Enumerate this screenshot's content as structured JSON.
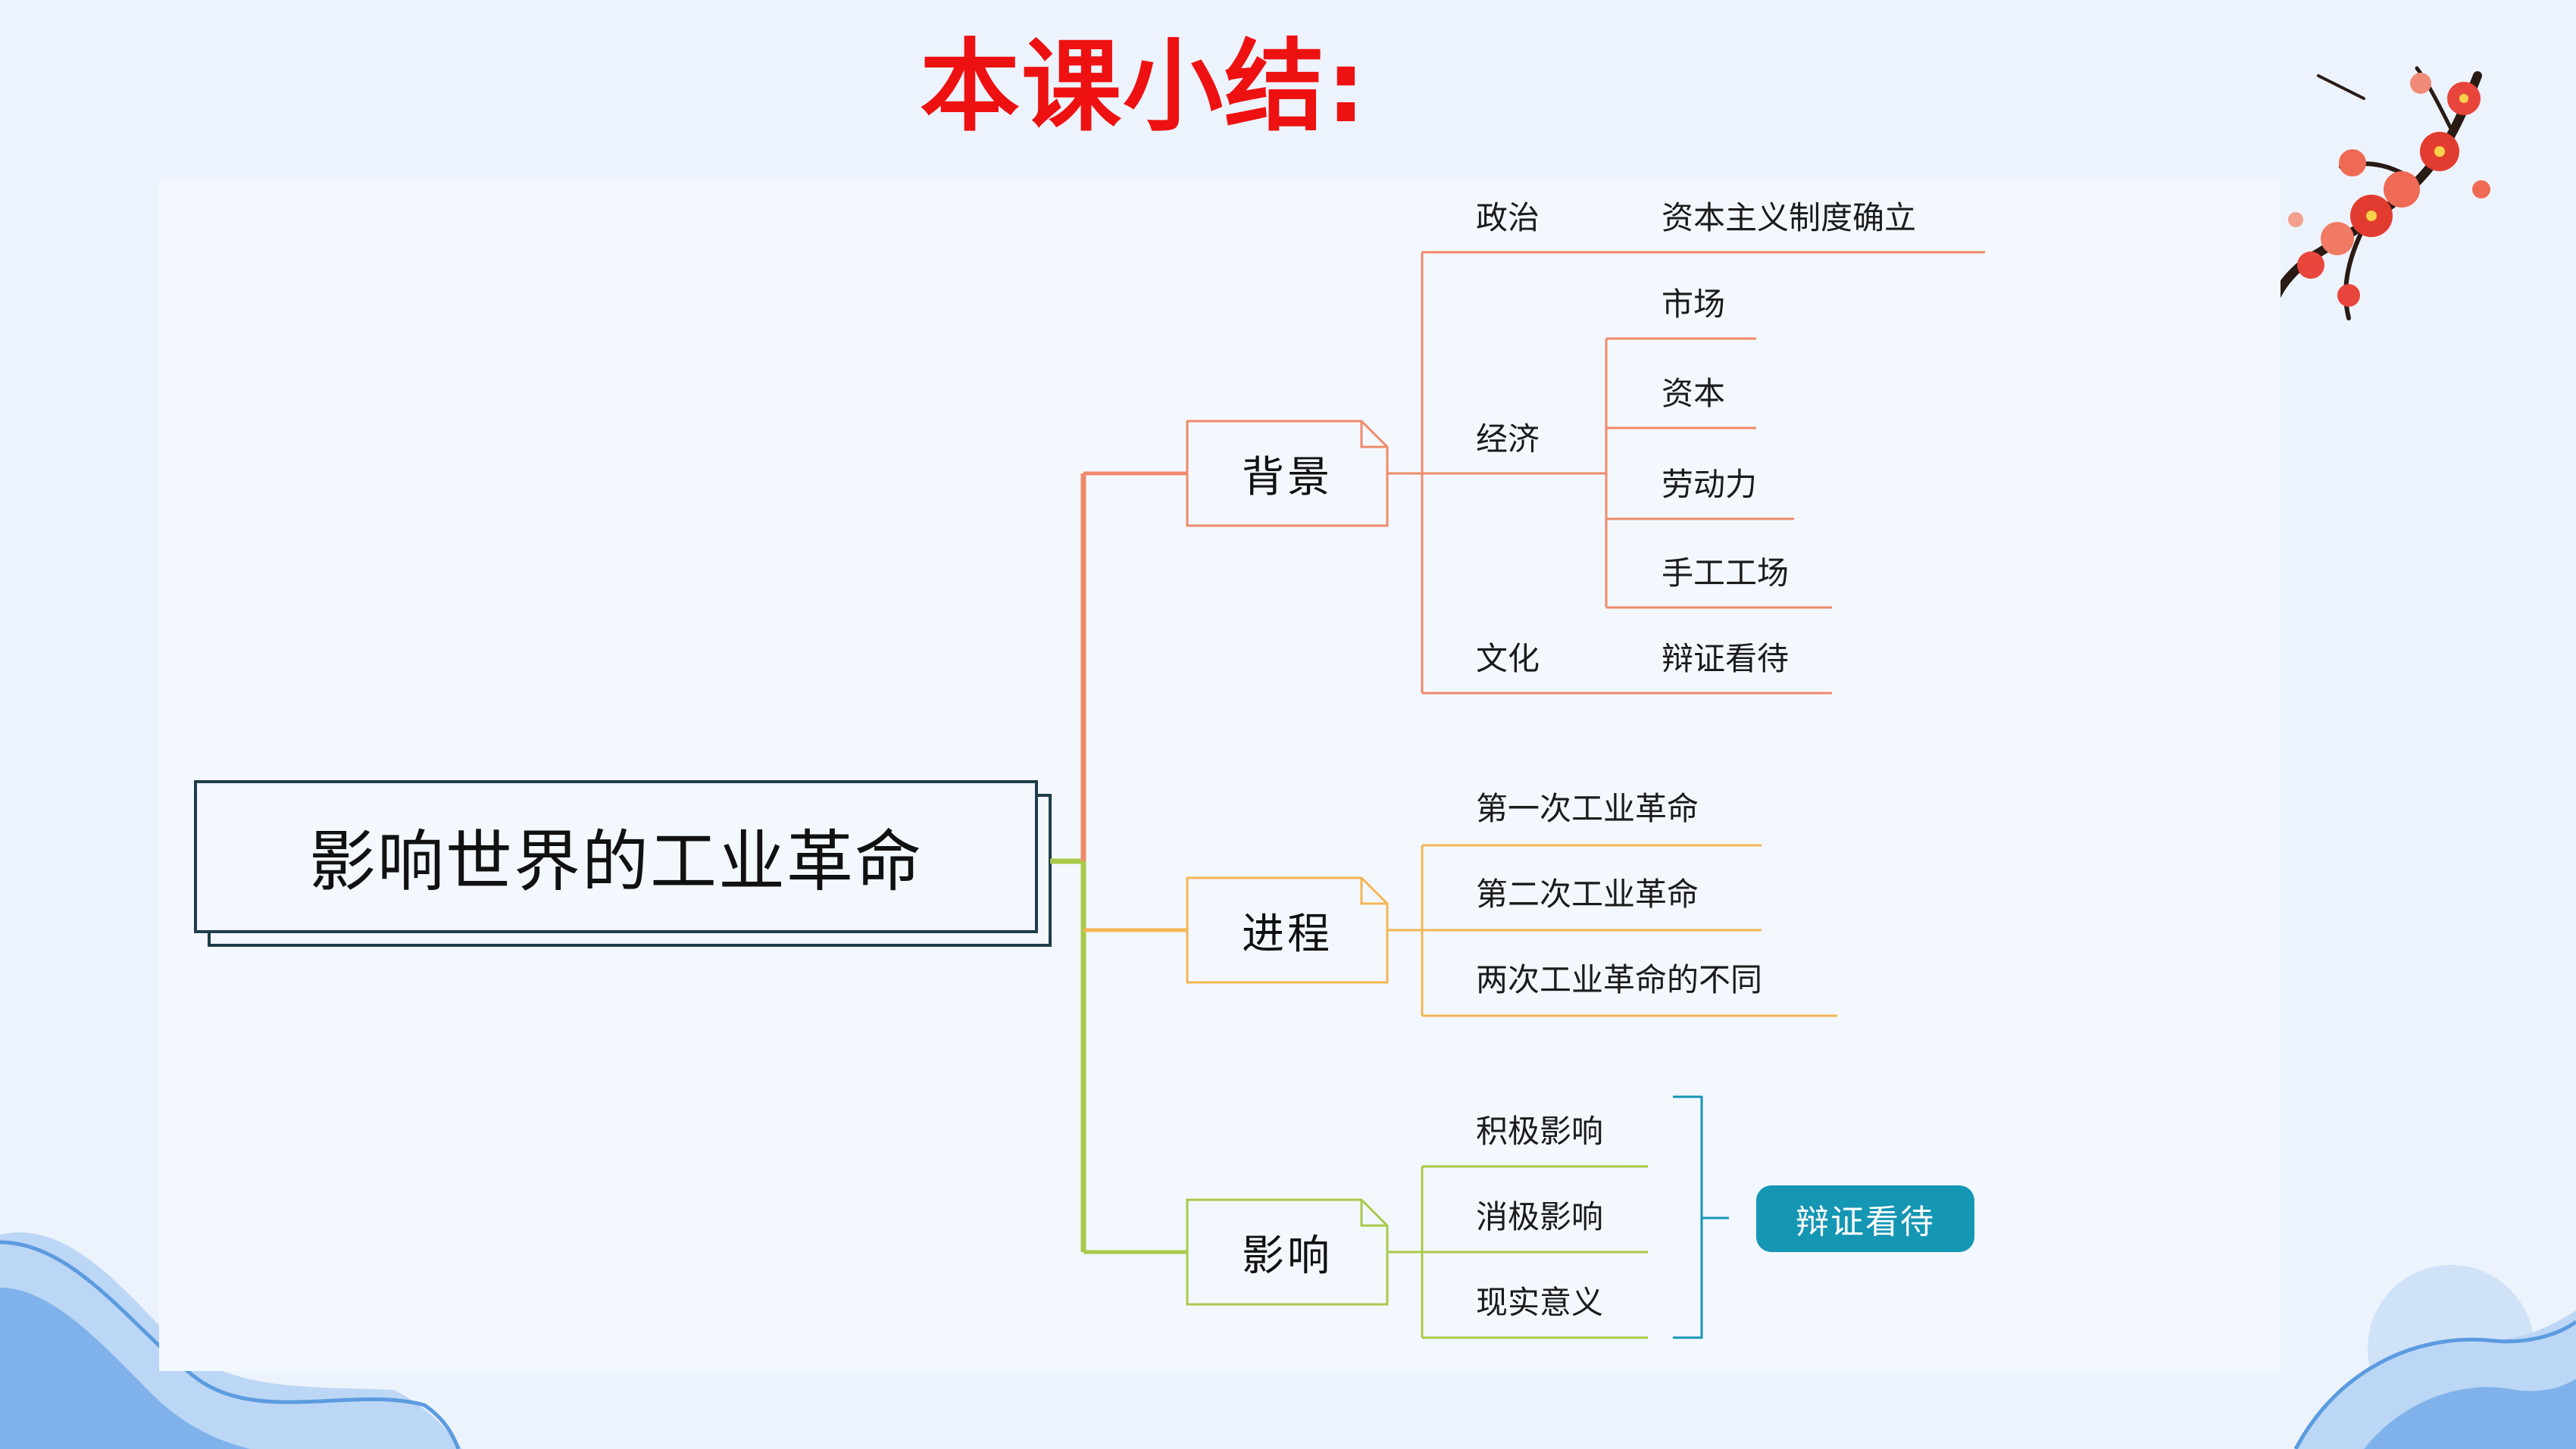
{
  "title": "本课小结:",
  "root": "影响世界的工业革命",
  "branches": [
    {
      "label": "背景",
      "color": "#ef8a69",
      "subs": [
        {
          "label": "政治",
          "leaves": [
            "资本主义制度确立"
          ]
        },
        {
          "label": "经济",
          "leaves": [
            "市场",
            "资本",
            "劳动力",
            "手工工场"
          ]
        },
        {
          "label": "文化",
          "leaves": [
            "辩证看待"
          ]
        }
      ]
    },
    {
      "label": "进程",
      "color": "#f4b553",
      "subs": [
        {
          "label": "第一次工业革命"
        },
        {
          "label": "第二次工业革命"
        },
        {
          "label": "两次工业革命的不同"
        }
      ]
    },
    {
      "label": "影响",
      "color": "#a9c948",
      "subs": [
        {
          "label": "积极影响"
        },
        {
          "label": "消极影响"
        },
        {
          "label": "现实意义"
        }
      ],
      "summary": "辩证看待"
    }
  ],
  "colors": {
    "title": "#ee1111",
    "root_border": "#1f3d4a",
    "bracket": "#1596b3",
    "pill": "#1596b3",
    "wave": "#5b9be0"
  }
}
